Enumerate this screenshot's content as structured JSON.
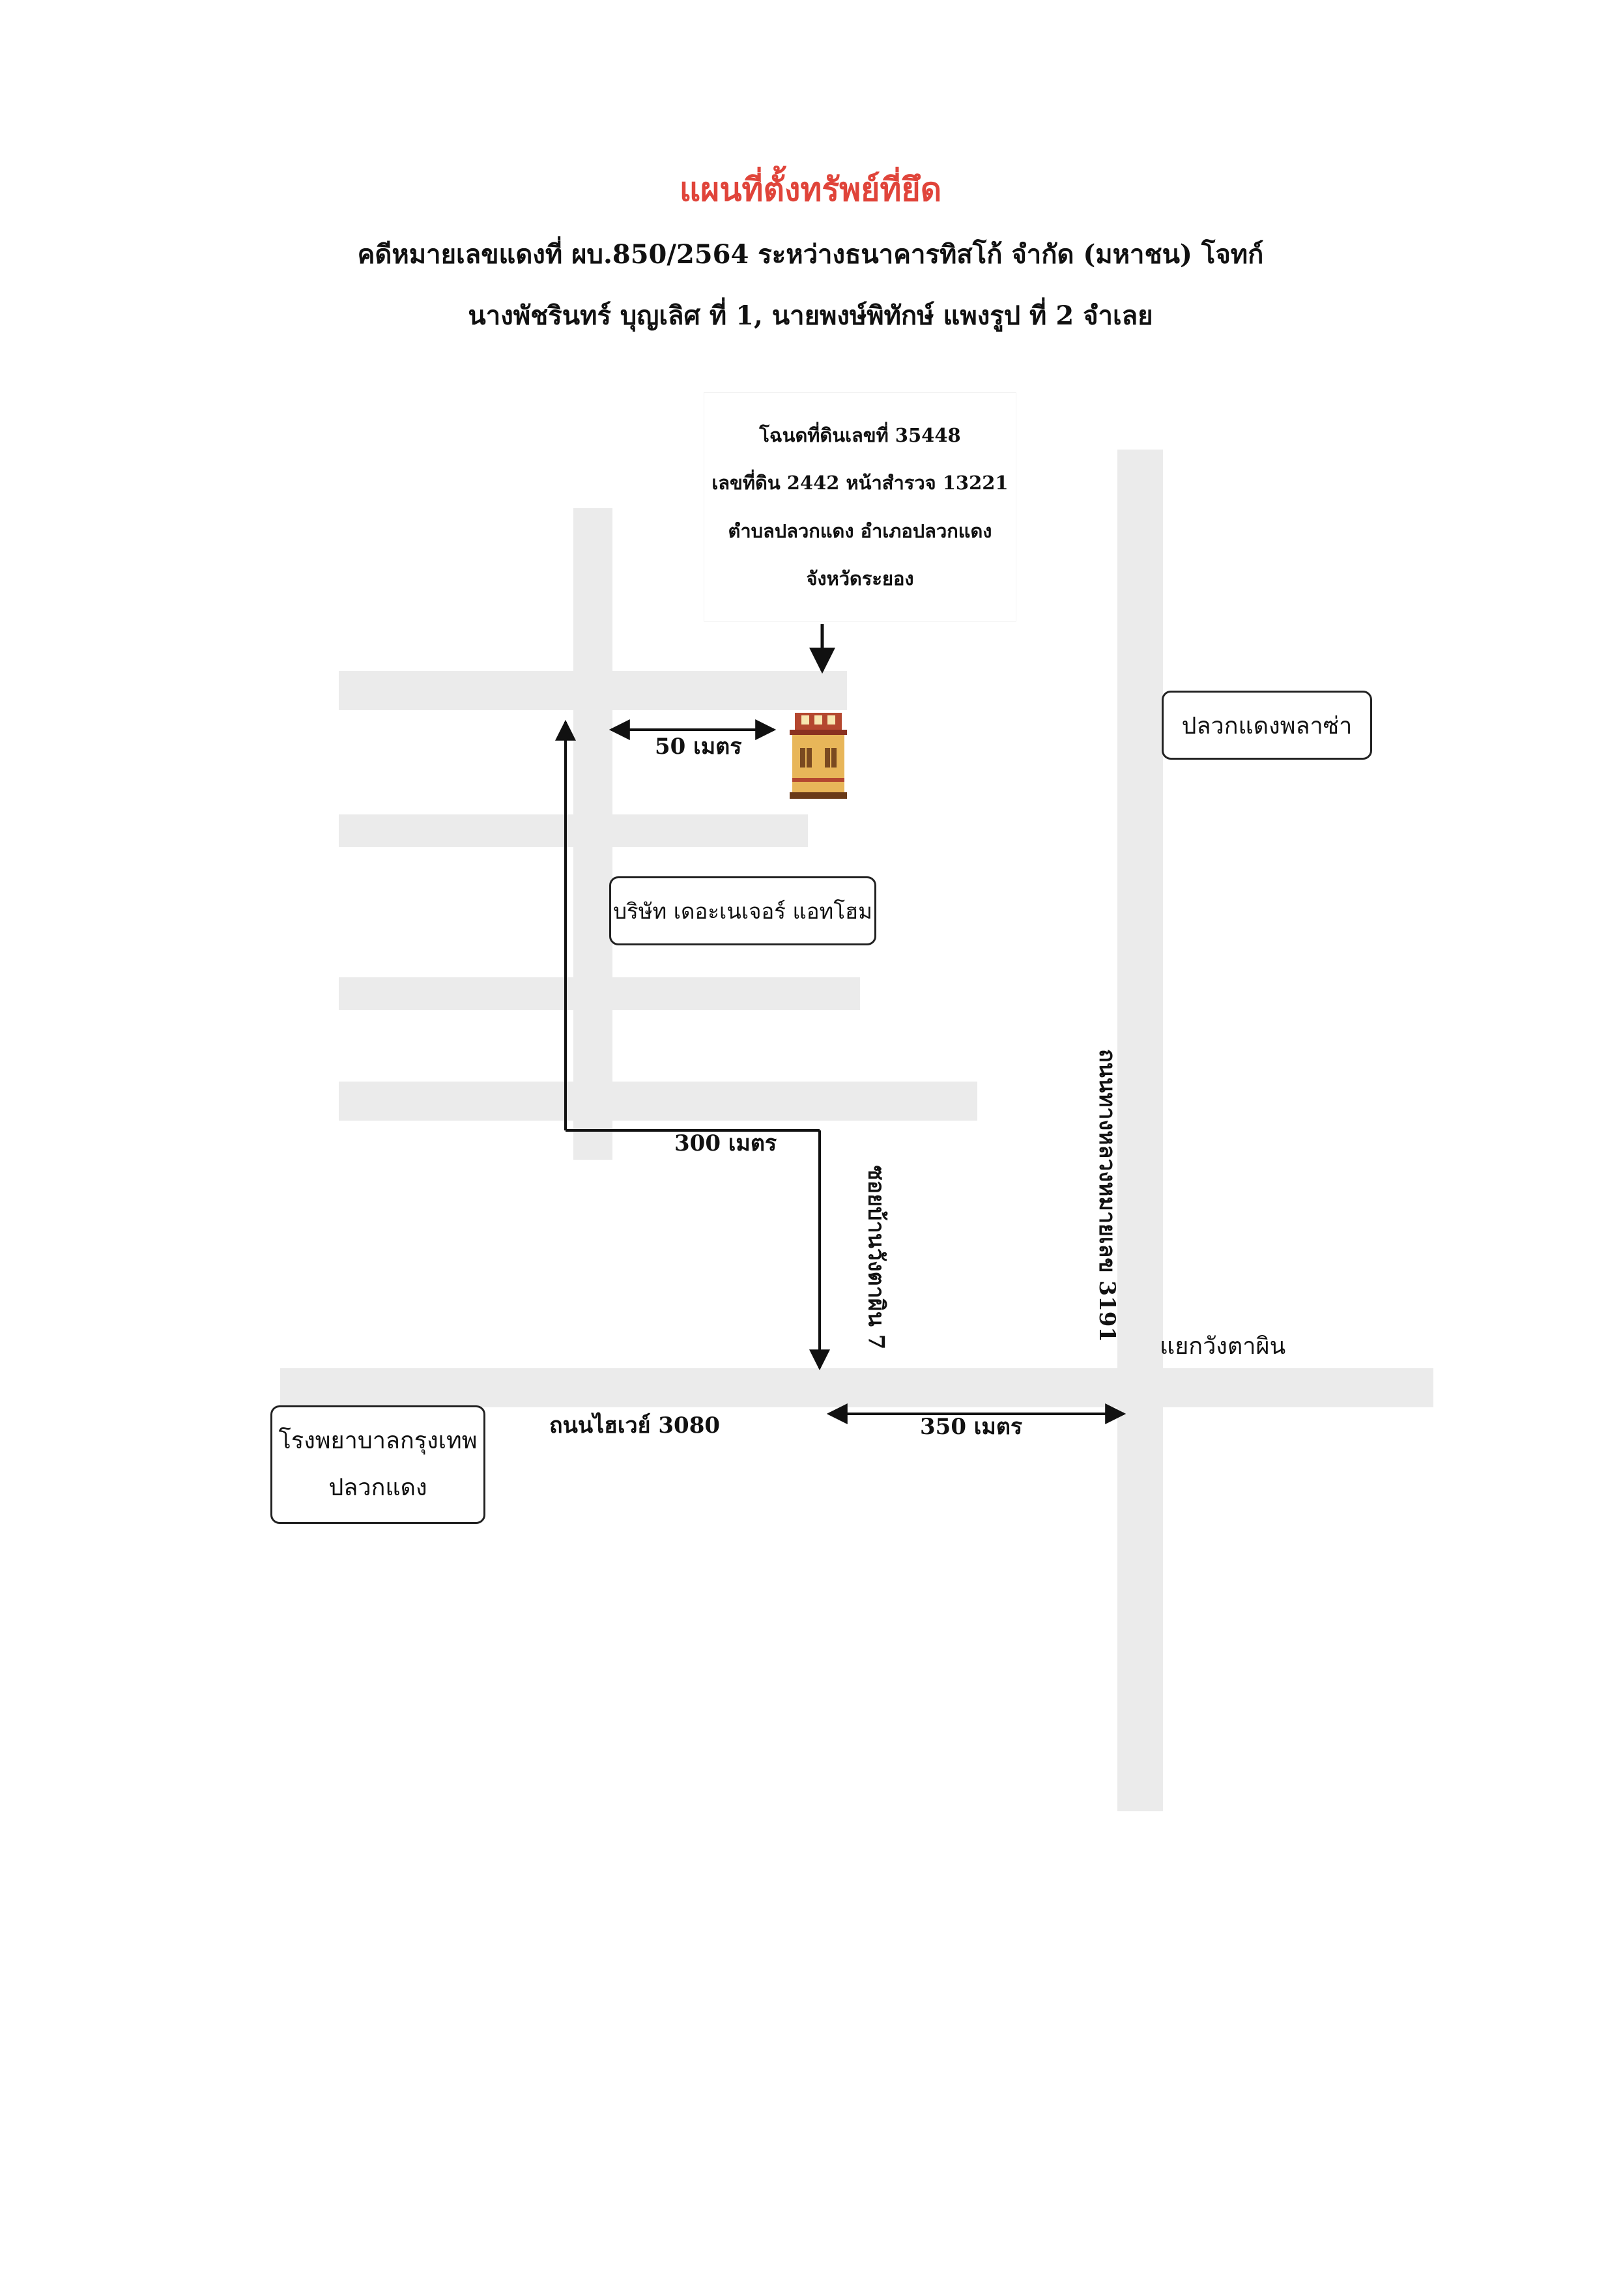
{
  "header": {
    "title": "แผนที่ตั้งทรัพย์ที่ยึด",
    "title_color": "#e0443a",
    "line1": "คดีหมายเลขแดงที่ ผบ.850/2564 ระหว่างธนาคารทิสโก้ จำกัด (มหาชน) โจทก์",
    "line2": "นางพัชรินทร์  บุญเลิศ ที่ 1, นายพงษ์พิทักษ์  แพงรูป ที่ 2 จำเลย"
  },
  "deed": {
    "line1": "โฉนดที่ดินเลขที่ 35448",
    "line2": "เลขที่ดิน 2442 หน้าสำรวจ 13221",
    "line3": "ตำบลปลวกแดง อำเภอปลวกแดง",
    "line4": "จังหวัดระยอง"
  },
  "landmarks": {
    "plaza": "ปลวกแดงพลาซ่า",
    "company": "บริษัท เดอะเนเจอร์ แอทโฮม",
    "hospital_line1": "โรงพยาบาลกรุงเทพ",
    "hospital_line2": "ปลวกแดง"
  },
  "distances": {
    "d50": "50 เมตร",
    "d300": "300 เมตร",
    "d350": "350 เมตร"
  },
  "roads": {
    "highway_3191": "ถนนทางหลวงหมายเลข 3191",
    "soi": "ซอยบ้านวังตาผิน 7",
    "highway_3080": "ถนนไฮเวย์ 3080",
    "junction": "แยกวังตาผิน"
  },
  "icons": {
    "property": "building-icon"
  }
}
